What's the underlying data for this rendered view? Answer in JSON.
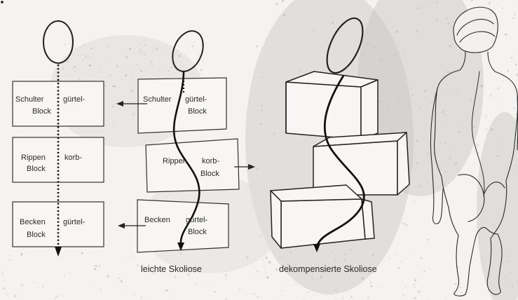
{
  "column1": {
    "blocks": [
      {
        "left": "Schulter",
        "right": "gürtel-",
        "bottom": "Block"
      },
      {
        "left": "Rippen",
        "right": "korb-",
        "bottom": "Block"
      },
      {
        "left": "Becken",
        "right": "gürtel-",
        "bottom": "Block"
      }
    ]
  },
  "column2": {
    "blocks": [
      {
        "left": "Schulter",
        "right": "gürtel-",
        "bottom": "Block"
      },
      {
        "left": "Rippen",
        "right": "korb-",
        "bottom": "Block"
      },
      {
        "left": "Becken",
        "right": "gürtel-",
        "bottom": "Block"
      }
    ],
    "caption": "leichte Skoliose"
  },
  "column3": {
    "caption": "dekompensierte Skoliose"
  },
  "colors": {
    "ink": "#222222",
    "paper": "#f4f3f1",
    "texture": "#b8b8b6"
  }
}
